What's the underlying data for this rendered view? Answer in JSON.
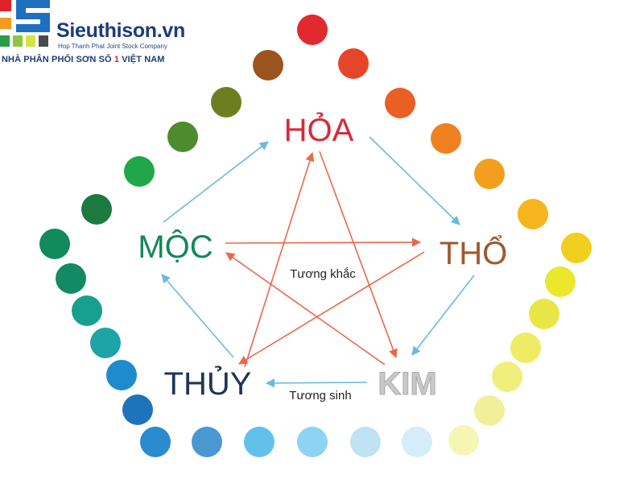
{
  "logo": {
    "brand": "Sieuthison.vn",
    "company": "Hop Thanh Phat Joint Stock Company",
    "slogan_pre": "NHÀ PHÂN PHỐI SƠN SỐ ",
    "slogan_num": "1",
    "slogan_post": " VIỆT NAM"
  },
  "elements": {
    "hoa": {
      "label": "HỎA",
      "color": "#d62a38"
    },
    "tho": {
      "label": "THỔ",
      "color": "#a0582b"
    },
    "kim": {
      "label": "KIM",
      "color": "#bdbdbd"
    },
    "thuy": {
      "label": "THỦY",
      "color": "#1f3557"
    },
    "moc": {
      "label": "MỘC",
      "color": "#138757"
    }
  },
  "labels": {
    "tuong_khac": "Tương khắc",
    "tuong_sinh": "Tương sinh"
  },
  "colors": {
    "generating_arrow": "#6cb8e0",
    "overcoming_arrow": "#e9684a",
    "dots": [
      "#e02a2f",
      "#e6452a",
      "#ea5f24",
      "#ef8122",
      "#f39f1d",
      "#f6b51d",
      "#f1cf1f",
      "#eae72d",
      "#e7e646",
      "#eeec65",
      "#f0ef7d",
      "#f1f099",
      "#f5f5b5",
      "#d6ecf8",
      "#bfe2f5",
      "#8fd3f2",
      "#61c1ec",
      "#4a98d2",
      "#2a8bce",
      "#1f73bb",
      "#1e8bcf",
      "#1da3a8",
      "#17a08e",
      "#128a63",
      "#118a5c",
      "#1c7a3f",
      "#20a74a",
      "#4e8b2e",
      "#6c7f20",
      "#9b5320",
      "#b33c2c"
    ]
  }
}
